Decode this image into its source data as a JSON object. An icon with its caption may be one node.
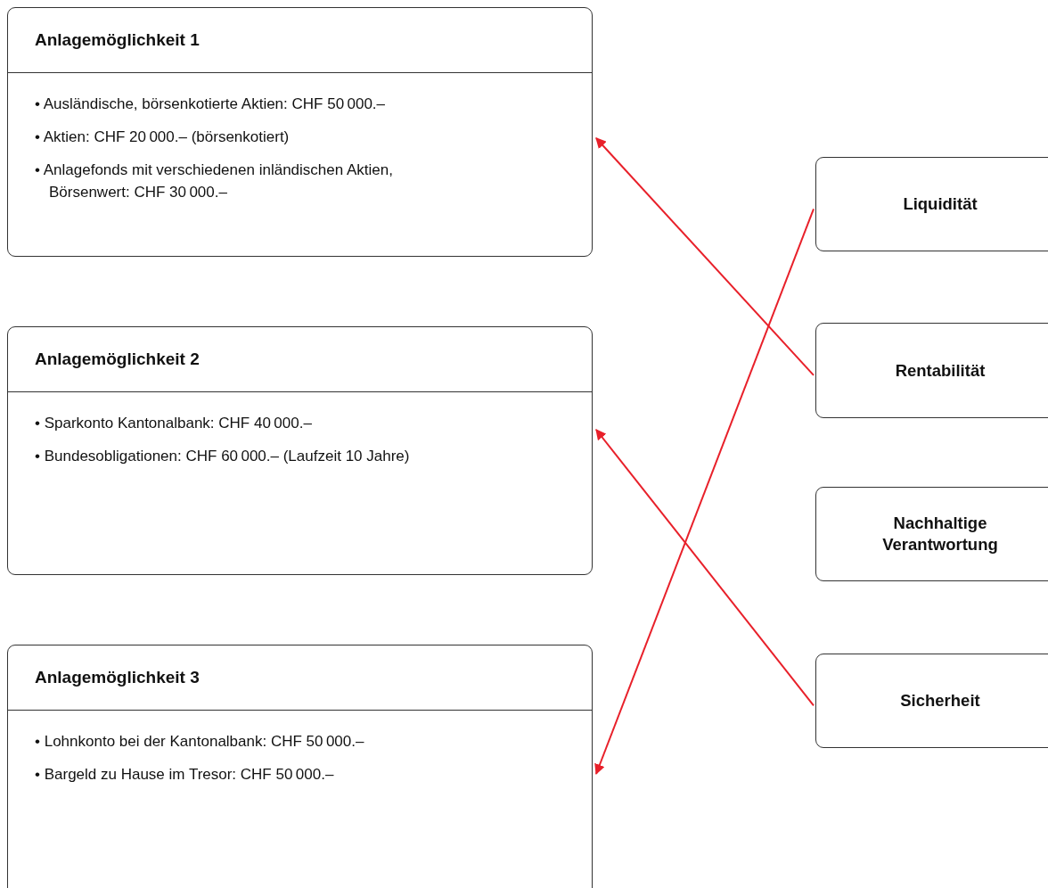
{
  "diagram": {
    "nodes": [
      {
        "text": [
          "Anlagemöglichkeit 1",
          "• Ausländische, börsenkotierte Aktien: CHF 50 000.–",
          "• Aktien: CHF 20 000.– (börsenkotiert)",
          "• Anlagefonds mit verschiedenen inländischen Aktien, Börsenwert: CHF 30 000.–"
        ]
      },
      {
        "text": [
          "Anlagemöglichkeit 2",
          "• Sparkonto Kantonalbank: CHF 40 000.–",
          "• Bundesobligationen: CHF 60 000.– (Laufzeit 10 Jahre)"
        ]
      },
      {
        "text": [
          "Anlagemöglichkeit 3",
          "• Lohnkonto bei der Kantonalbank: CHF 50 000.–",
          "• Bargeld zu Hause im Tresor: CHF 50 000.–"
        ]
      },
      {
        "text": [
          "Liquidität"
        ]
      },
      {
        "text": [
          "Rentabilität"
        ]
      },
      {
        "text": [
          "Nachhaltige Verantwortung"
        ]
      },
      {
        "text": [
          "Sicherheit"
        ]
      }
    ],
    "edges": [
      {
        "from": 4,
        "to": 0,
        "arrow": "to",
        "color": "#e8202a"
      },
      {
        "from": 3,
        "to": 2,
        "arrow": "to",
        "color": "#e8202a"
      },
      {
        "from": 6,
        "to": 1,
        "arrow": "to",
        "color": "#e8202a"
      }
    ]
  }
}
